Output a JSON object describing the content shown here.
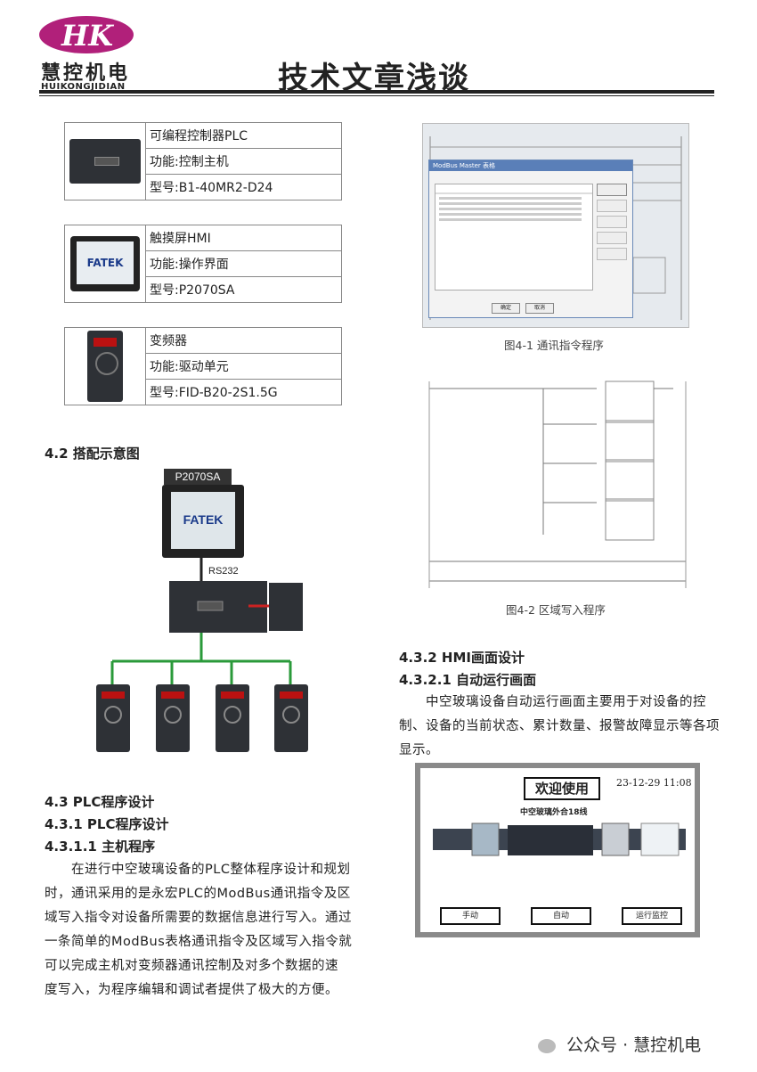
{
  "header": {
    "logo_mark": "HK",
    "logo_cn": "慧控机电",
    "logo_en": "HUIKONGJIDIAN",
    "title": "技术文章浅谈"
  },
  "devices": [
    {
      "icon": "plc-device-icon",
      "name": "可编程控制器PLC",
      "function": "功能:控制主机",
      "model": "型号:B1-40MR2-D24"
    },
    {
      "icon": "hmi-device-icon",
      "name": "触摸屏HMI",
      "function": "功能:操作界面",
      "model": "型号:P2070SA",
      "screen_label": "FATEK"
    },
    {
      "icon": "inverter-device-icon",
      "name": "变频器",
      "function": "功能:驱动单元",
      "model": "型号:FID-B20-2S1.5G"
    }
  ],
  "section_42": {
    "heading": "4.2 搭配示意图",
    "hmi_label": "P2070SA",
    "hmi_screen": "FATEK",
    "link_label": "RS232"
  },
  "section_43": {
    "h1": "4.3 PLC程序设计",
    "h2": "4.3.1 PLC程序设计",
    "h3": "4.3.1.1 主机程序",
    "lines": [
      "在进行中空玻璃设备的PLC整体程序设计和规划",
      "时，通讯采用的是永宏PLC的ModBus通讯指令及区",
      "域写入指令对设备所需要的数据信息进行写入。通过",
      "一条简单的ModBus表格通讯指令及区域写入指令就",
      "可以完成主机对变频器通讯控制及对多个数据的速",
      "度写入，为程序编辑和调试者提供了极大的方便。"
    ]
  },
  "figures": {
    "fig1_caption": "图4-1 通讯指令程序",
    "fig2_caption": "图4-2 区域写入程序",
    "dialog_title": "ModBus Master 表格",
    "dialog_buttons": [
      "确定",
      "取消"
    ]
  },
  "section_432": {
    "h1": "4.3.2 HMI画面设计",
    "h2": "4.3.2.1 自动运行画面",
    "lines": [
      "中空玻璃设备自动运行画面主要用于对设备的控",
      "制、设备的当前状态、累计数量、报警故障显示等各项",
      "显示。"
    ]
  },
  "hmi_screen": {
    "welcome": "欢迎使用",
    "datetime": "23-12-29 11:08",
    "line_name": "中空玻璃外合18线",
    "buttons": [
      "手动",
      "自动",
      "运行监控"
    ]
  },
  "footer": {
    "text": "公众号 · 慧控机电"
  },
  "colors": {
    "logo": "#b1207a",
    "network_green": "#2a9a3a",
    "link_red": "#cc2222"
  }
}
